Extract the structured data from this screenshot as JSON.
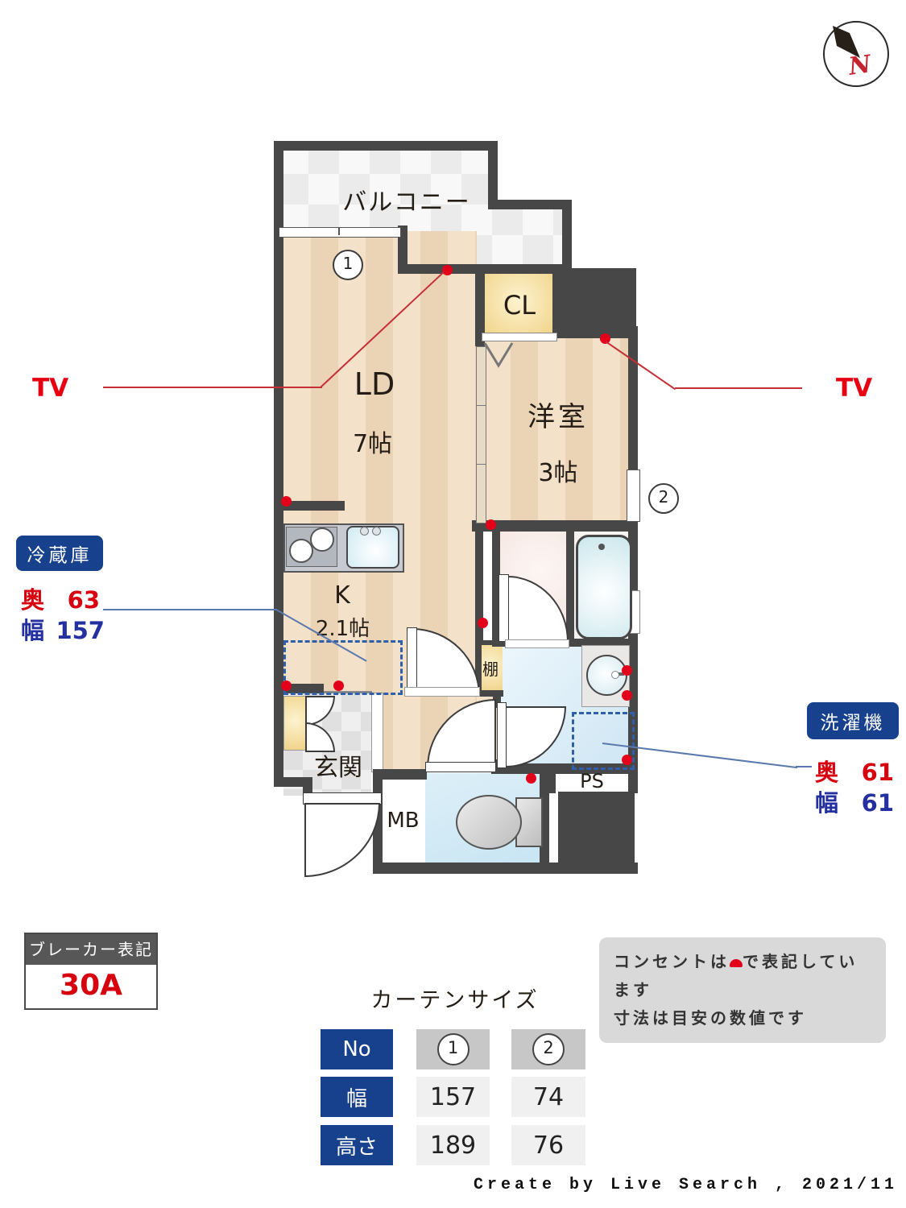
{
  "plan": {
    "balcony": "バルコニー",
    "living": {
      "name": "LD",
      "size": "7帖"
    },
    "bedroom": {
      "name": "洋室",
      "size": "3帖"
    },
    "kitchen": {
      "name": "K",
      "size": "2.1帖"
    },
    "closet": "CL",
    "shelf": "棚",
    "entrance": "玄関",
    "meter_box": "MB",
    "pipe_space": "PS",
    "window_markers": {
      "m1": "1",
      "m2": "2"
    }
  },
  "annotations": {
    "tv_left": "TV",
    "tv_right": "TV",
    "fridge": {
      "title": "冷蔵庫",
      "depth_label": "奥",
      "depth_value": "63",
      "width_label": "幅",
      "width_value": "157"
    },
    "washer": {
      "title": "洗濯機",
      "depth_label": "奥",
      "depth_value": "61",
      "width_label": "幅",
      "width_value": "61"
    }
  },
  "breaker": {
    "title": "ブレーカー表記",
    "value": "30A"
  },
  "curtain_table": {
    "title": "カーテンサイズ",
    "no_label": "No",
    "col1": "1",
    "col2": "2",
    "width_label": "幅",
    "width_1": "157",
    "width_2": "74",
    "height_label": "高さ",
    "height_1": "189",
    "height_2": "76"
  },
  "note": {
    "line1_pre": "コンセントは",
    "line1_post": "で表記しています",
    "line2": "寸法は目安の数値です"
  },
  "credit": "Create by Live Search , 2021/11",
  "compass": {
    "north": "N"
  },
  "colors": {
    "wall": "#474747",
    "outlet_red": "#e2001a",
    "label_red": "#d7000f",
    "label_blue": "#2430a0",
    "badge_blue": "#17418c",
    "dash_blue": "#2f5fa8",
    "line_blue": "#5b79ad",
    "tv_red": "#e60012"
  }
}
